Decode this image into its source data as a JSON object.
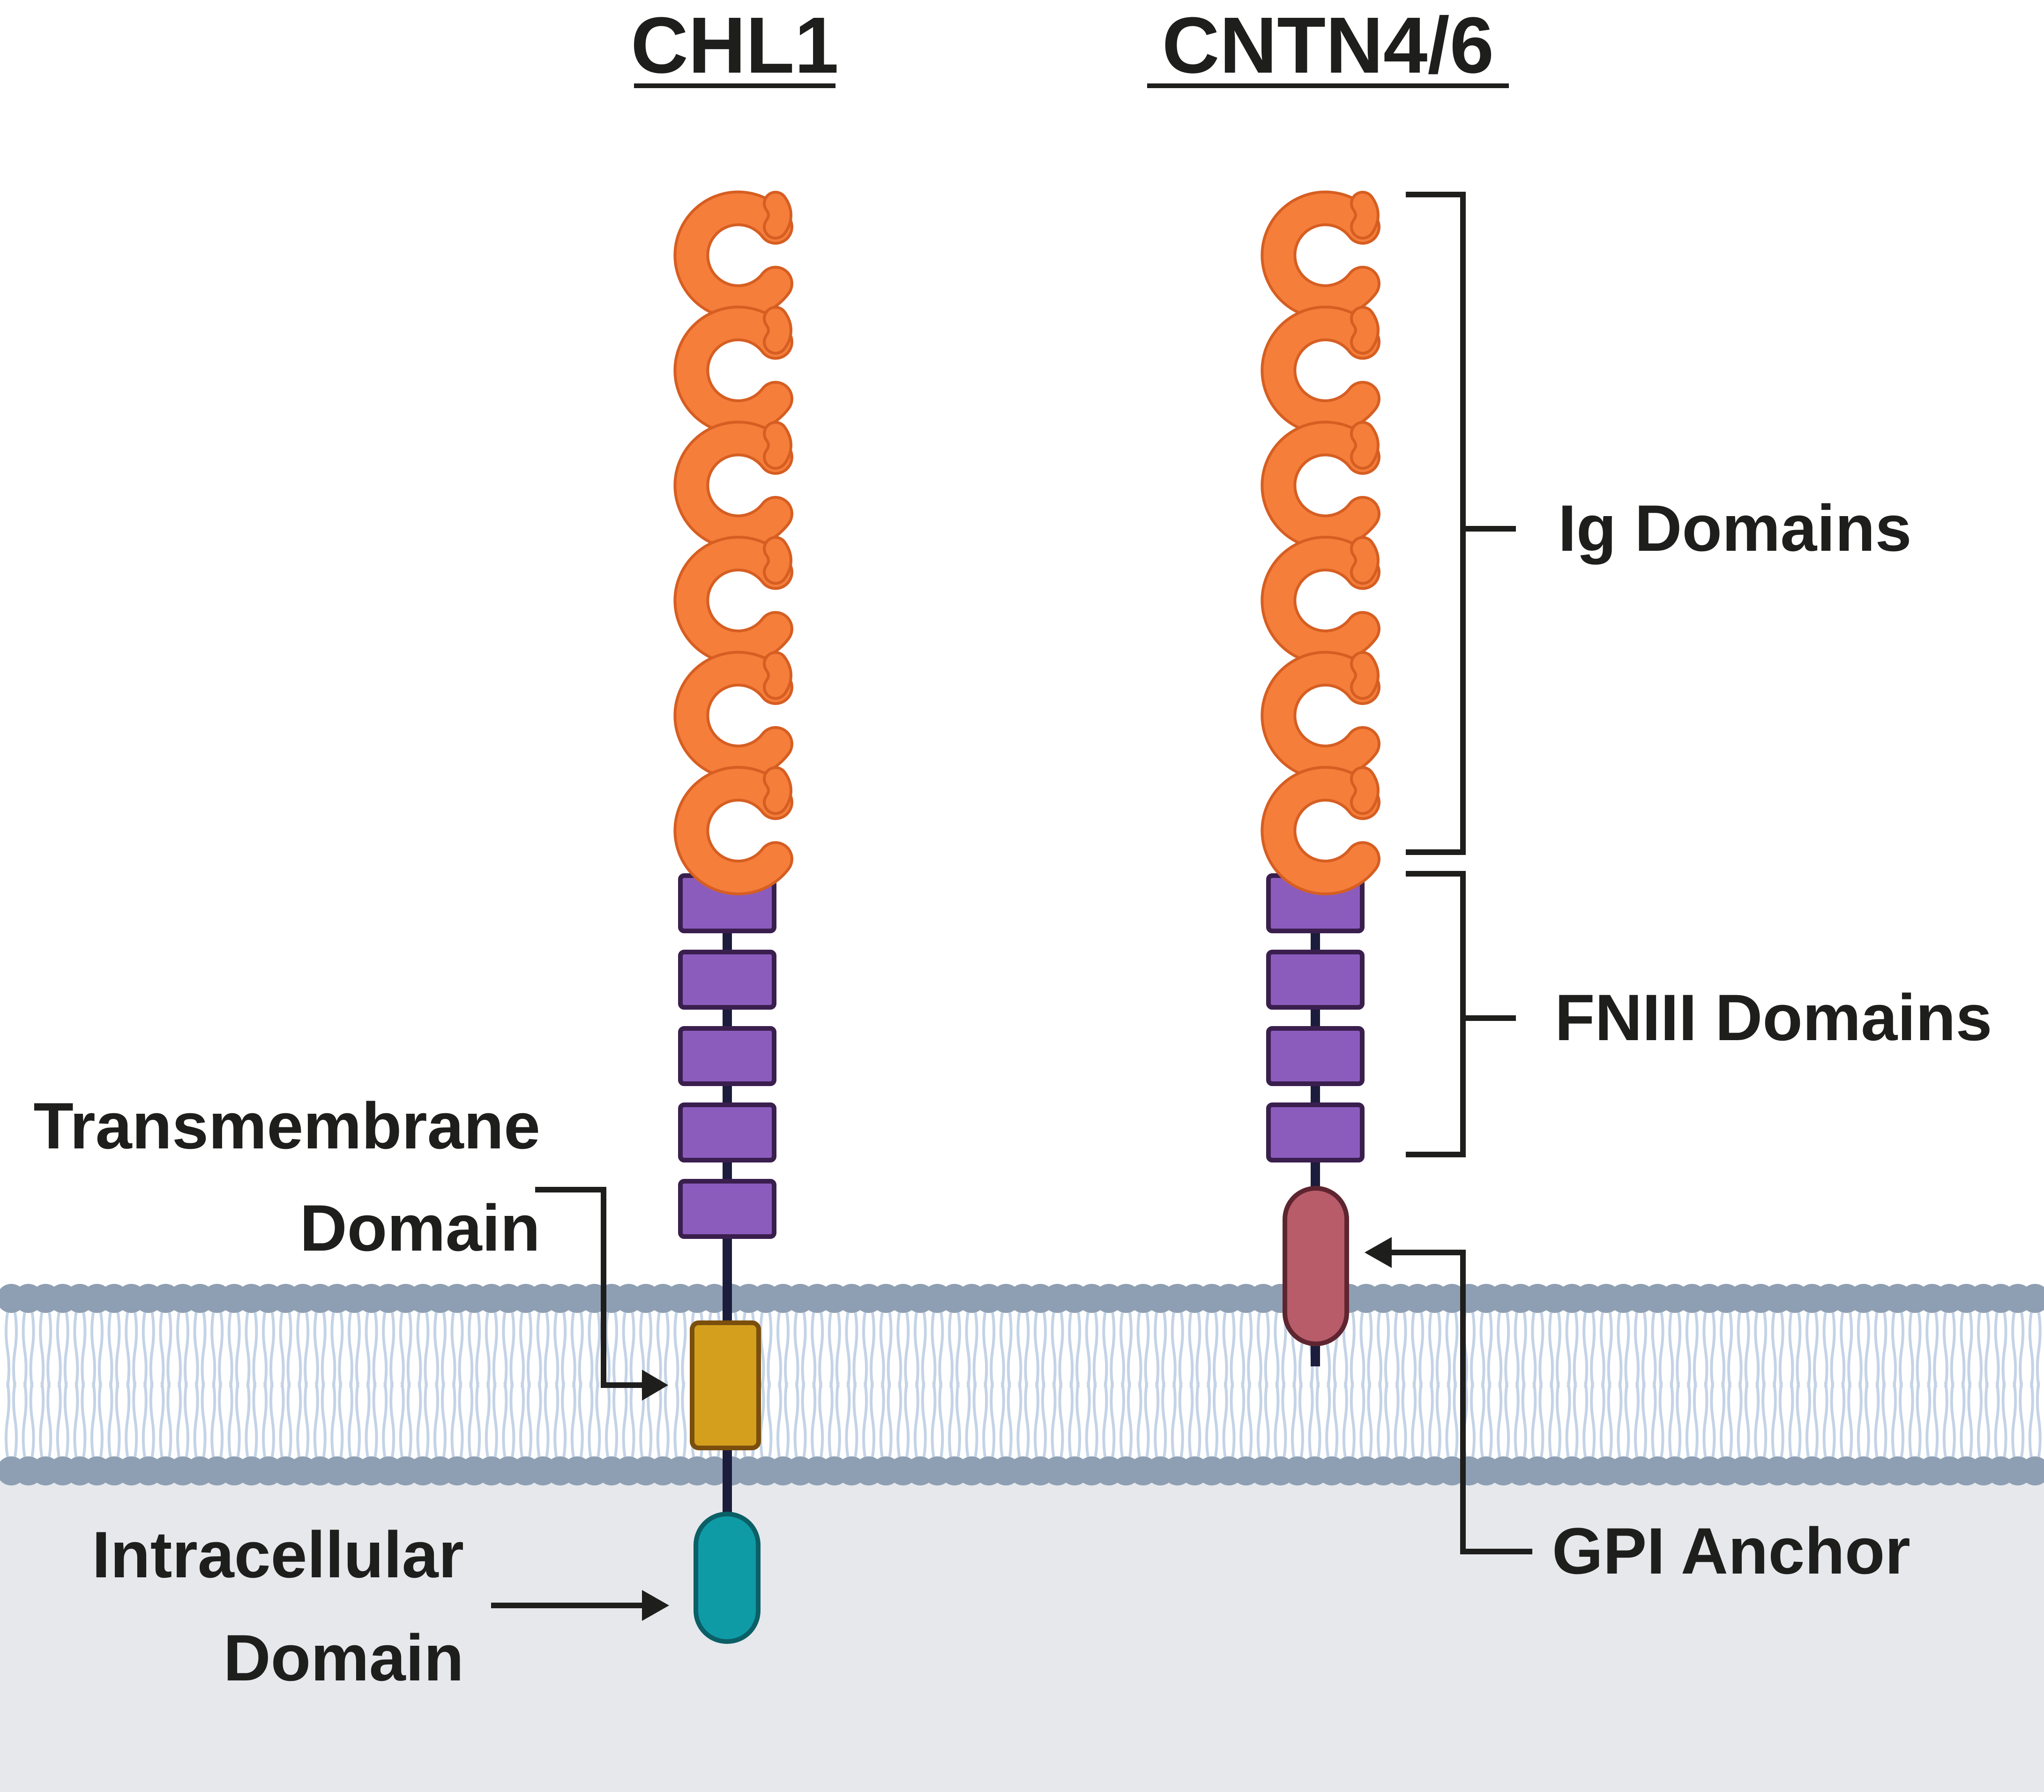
{
  "proteins": [
    {
      "name": "CHL1"
    },
    {
      "name": "CNTN4/6"
    }
  ],
  "labels": {
    "ig_domains": "Ig Domains",
    "fniii_domains": "FNIII Domains",
    "transmembrane_line1": "Transmembrane",
    "transmembrane_line2": "Domain",
    "intracellular_line1": "Intracellular",
    "intracellular_line2": "Domain",
    "gpi_anchor": "GPI Anchor"
  },
  "structure": {
    "ig_domain_count": 6,
    "fniii_domain_count": 5,
    "cntn_fniii_domain_count": 4
  },
  "colors": {
    "ig_domain": "#f47e3a",
    "ig_domain_stroke": "#d65e22",
    "fniii_domain": "#8c5cbd",
    "fniii_domain_stroke": "#3a1f4e",
    "transmembrane": "#d49f1d",
    "transmembrane_stroke": "#7a4f0d",
    "intracellular": "#0f9ba6",
    "intracellular_stroke": "#0b5f66",
    "gpi_anchor": "#b85c6a",
    "gpi_anchor_stroke": "#5e2530",
    "lipid_head": "#8e9fb3",
    "lipid_tail": "#c4d3e6",
    "cytoplasm": "#e6e8ec",
    "text": "#1e1e1c"
  }
}
